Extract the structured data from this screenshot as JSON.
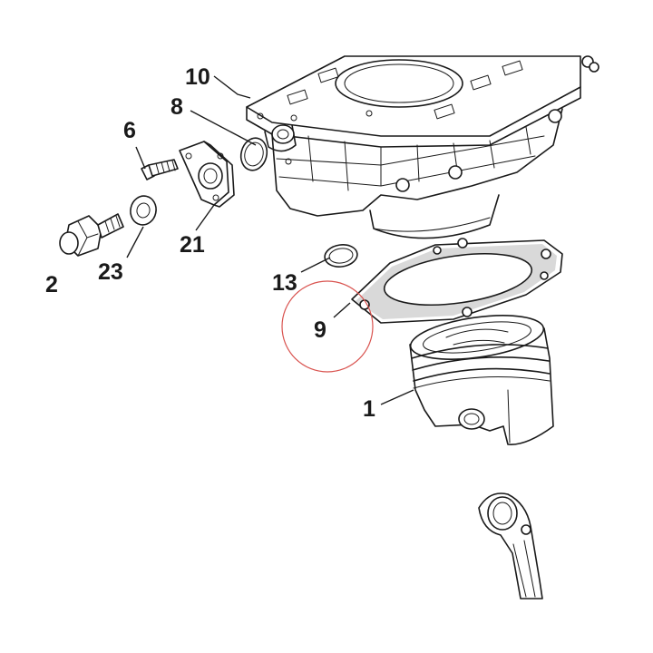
{
  "labels": {
    "l1": "1",
    "l2": "2",
    "l6": "6",
    "l8": "8",
    "l9": "9",
    "l10": "10",
    "l13": "13",
    "l21": "21",
    "l23": "23"
  },
  "colors": {
    "line": "#1a1a1a",
    "highlight_circle": "#d9534f",
    "background": "#ffffff"
  }
}
